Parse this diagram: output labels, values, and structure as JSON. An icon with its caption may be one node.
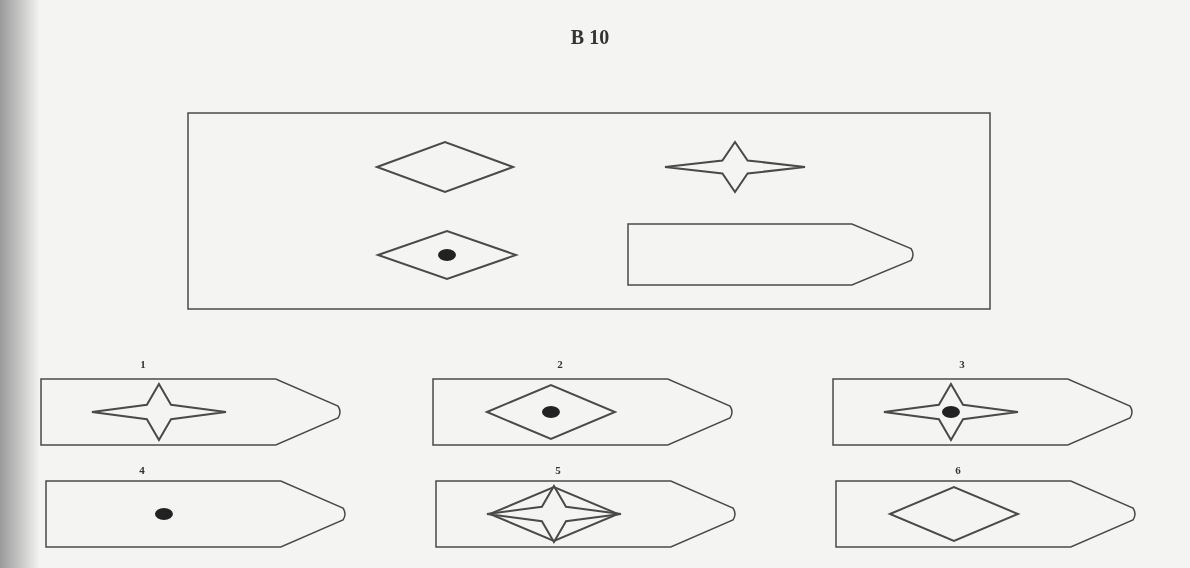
{
  "diagram": {
    "title": "B 10",
    "labels": [
      "1",
      "2",
      "3",
      "4",
      "5",
      "6"
    ]
  }
}
